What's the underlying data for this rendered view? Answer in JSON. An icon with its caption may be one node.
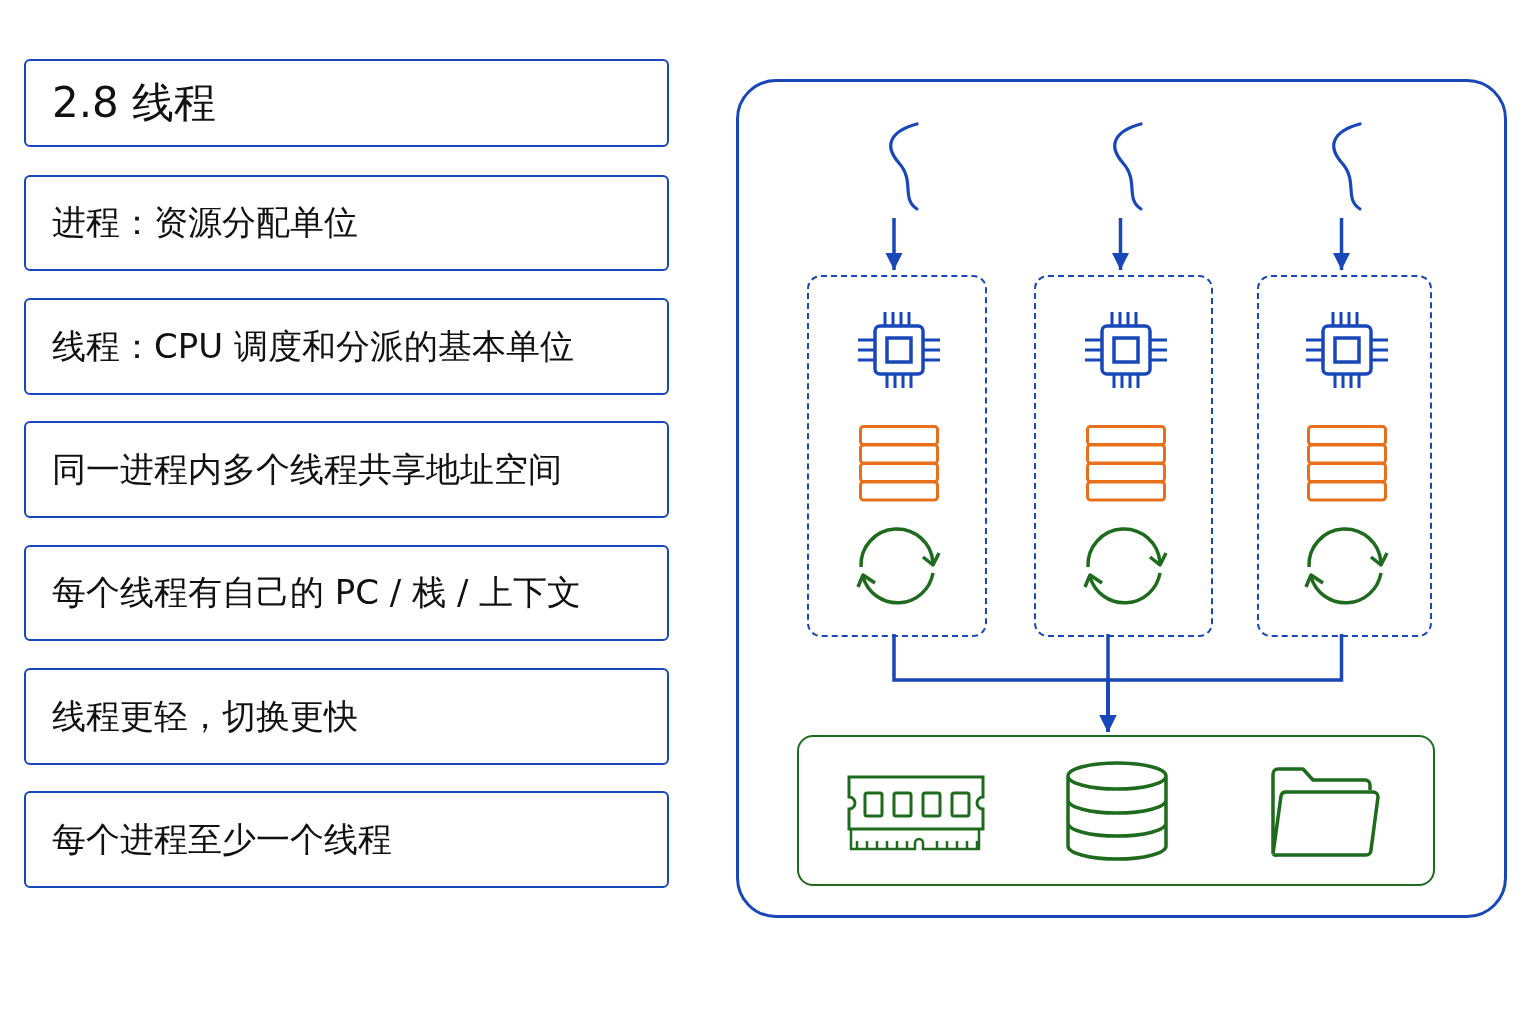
{
  "diagram": {
    "nodes": [
      {
        "text": [
          "2.8 线程"
        ]
      },
      {
        "text": [
          "进程：资源分配单位"
        ]
      },
      {
        "text": [
          "线程：CPU 调度和分派的基本单位"
        ]
      },
      {
        "text": [
          "同一进程内多个线程共享地址空间"
        ]
      },
      {
        "text": [
          "每个线程有自己的 PC / 栈 / 上下文"
        ]
      },
      {
        "text": [
          "线程更轻，切换更快"
        ]
      },
      {
        "text": [
          "每个进程至少一个线程"
        ]
      },
      {
        "text": [],
        "shape": "box"
      },
      {
        "text": [],
        "shape": "squiggle",
        "in": 7
      },
      {
        "text": [],
        "shape": "squiggle",
        "in": 7
      },
      {
        "text": [],
        "shape": "squiggle",
        "in": 7
      },
      {
        "text": [],
        "shape": "box",
        "in": 7
      },
      {
        "text": [],
        "shape": "box",
        "in": 7
      },
      {
        "text": [],
        "shape": "box",
        "in": 7
      },
      {
        "text": [],
        "shape": "box",
        "in": 7
      }
    ],
    "edges": [
      {
        "from": 8,
        "to": 11,
        "arrow": "to"
      },
      {
        "from": 9,
        "to": 12,
        "arrow": "to"
      },
      {
        "from": 10,
        "to": 13,
        "arrow": "to"
      },
      {
        "from": 11,
        "to": 14,
        "arrow": "to"
      },
      {
        "from": 12,
        "to": 14,
        "arrow": "to"
      },
      {
        "from": 13,
        "to": 14,
        "arrow": "to"
      }
    ]
  }
}
